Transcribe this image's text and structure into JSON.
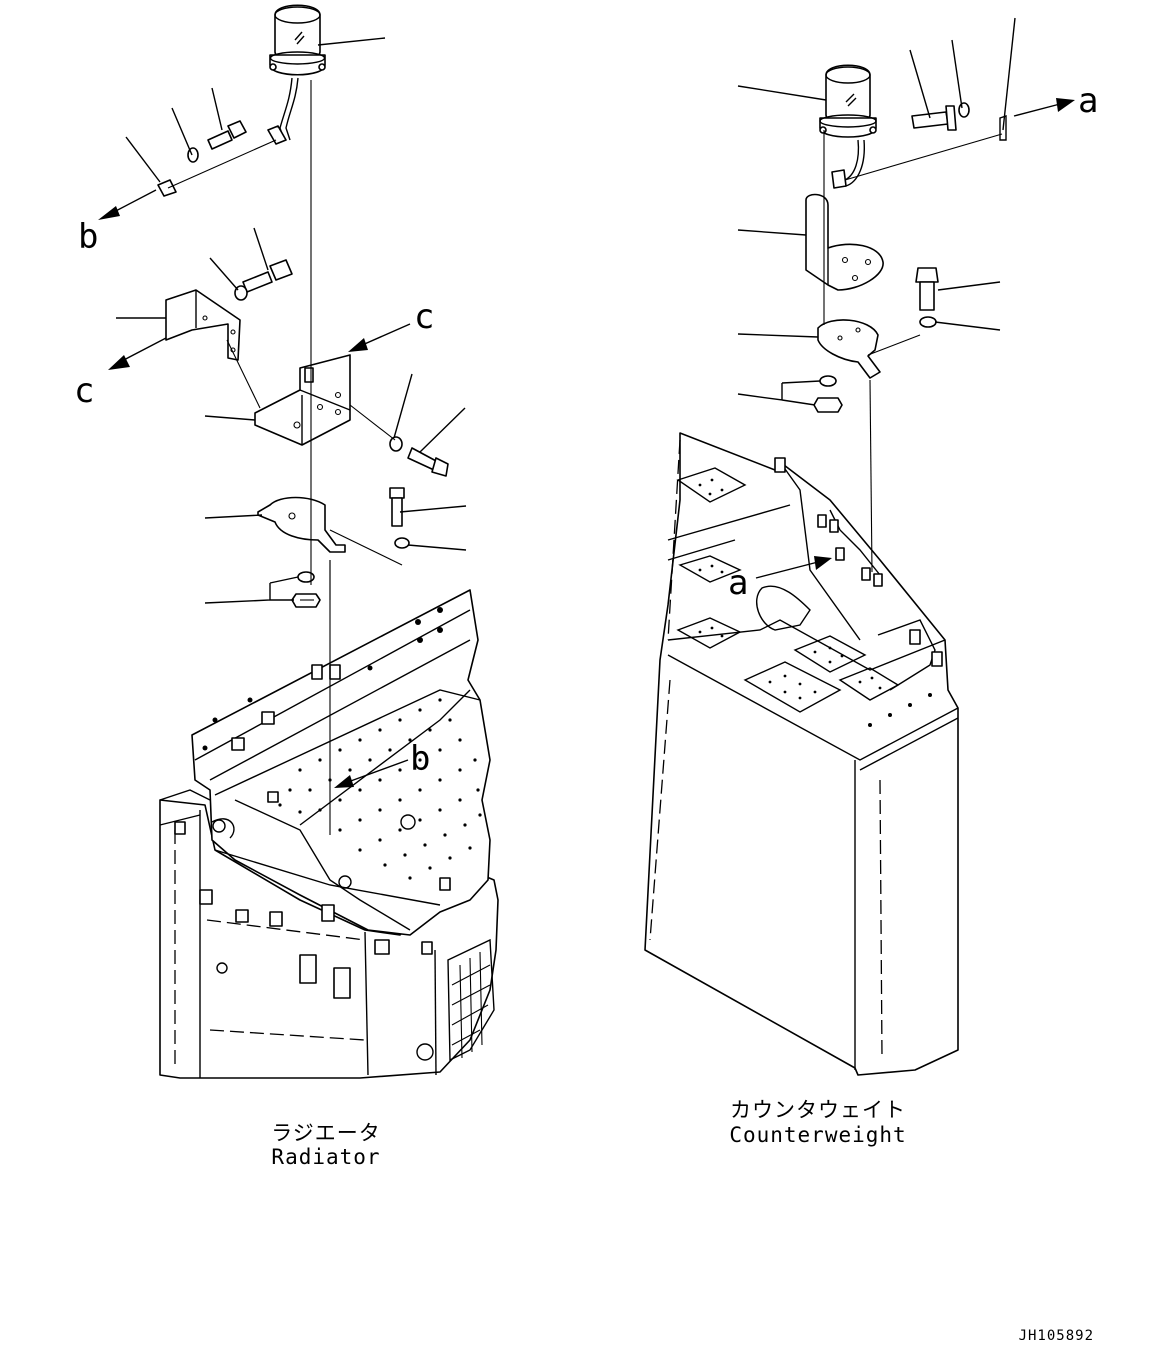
{
  "callout_letters": {
    "a_top": "a",
    "a_body": "a",
    "b_top": "b",
    "b_body": "b",
    "c_upper": "c",
    "c_lower": "c"
  },
  "captions": {
    "radiator_jp": "ラジエータ",
    "radiator_en": "Radiator",
    "counterweight_jp": "カウンタウェイト",
    "counterweight_en": "Counterweight"
  },
  "drawing_number": "JH105892",
  "colors": {
    "line": "#000000",
    "background": "#ffffff"
  }
}
